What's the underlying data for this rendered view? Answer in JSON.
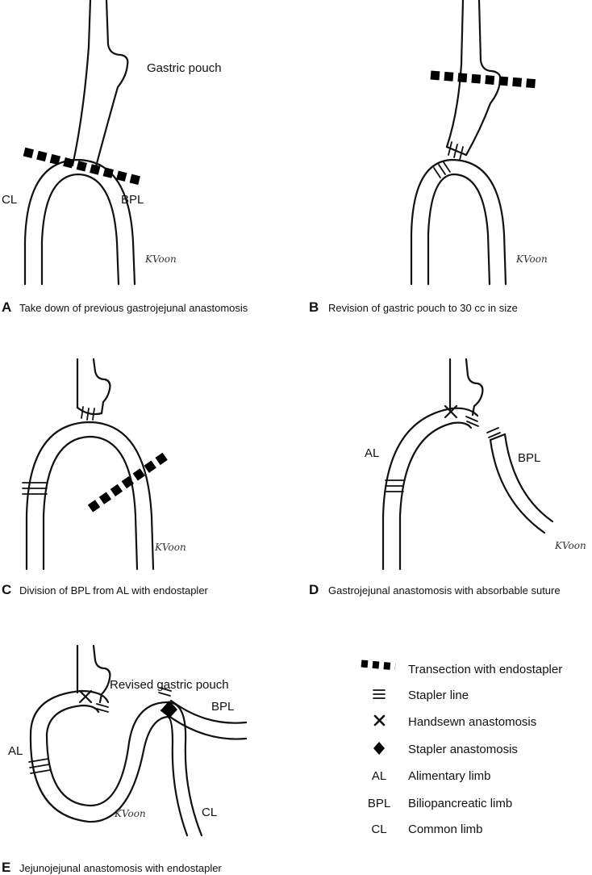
{
  "panels": {
    "a": {
      "letter": "A",
      "caption": "Take down of previous gastrojejunal anastomosis",
      "labels": {
        "gastric_pouch": "Gastric pouch",
        "cl": "CL",
        "bpl": "BPL"
      },
      "signature": "KVoon"
    },
    "b": {
      "letter": "B",
      "caption": "Revision of gastric pouch to 30 cc in size",
      "signature": "KVoon"
    },
    "c": {
      "letter": "C",
      "caption": "Division of BPL from AL with endostapler",
      "signature": "KVoon"
    },
    "d": {
      "letter": "D",
      "caption": "Gastrojejunal anastomosis with absorbable suture",
      "labels": {
        "al": "AL",
        "bpl": "BPL"
      },
      "signature": "KVoon"
    },
    "e": {
      "letter": "E",
      "caption": "Jejunojejunal anastomosis with endostapler",
      "labels": {
        "revised_pouch": "Revised gastric pouch",
        "al": "AL",
        "bpl": "BPL",
        "cl": "CL"
      },
      "signature": "KVoon"
    }
  },
  "legend": [
    {
      "icon": "transection-dashes",
      "key": "",
      "text": "Transection with endostapler"
    },
    {
      "icon": "stapler-line-icon",
      "key": "",
      "text": "Stapler line"
    },
    {
      "icon": "handsewn-x-icon",
      "key": "",
      "text": "Handsewn anastomosis"
    },
    {
      "icon": "diamond-icon",
      "key": "",
      "text": "Stapler anastomosis"
    },
    {
      "icon": "",
      "key": "AL",
      "text": "Alimentary limb"
    },
    {
      "icon": "",
      "key": "BPL",
      "text": "Biliopancreatic limb"
    },
    {
      "icon": "",
      "key": "CL",
      "text": "Common limb"
    }
  ]
}
